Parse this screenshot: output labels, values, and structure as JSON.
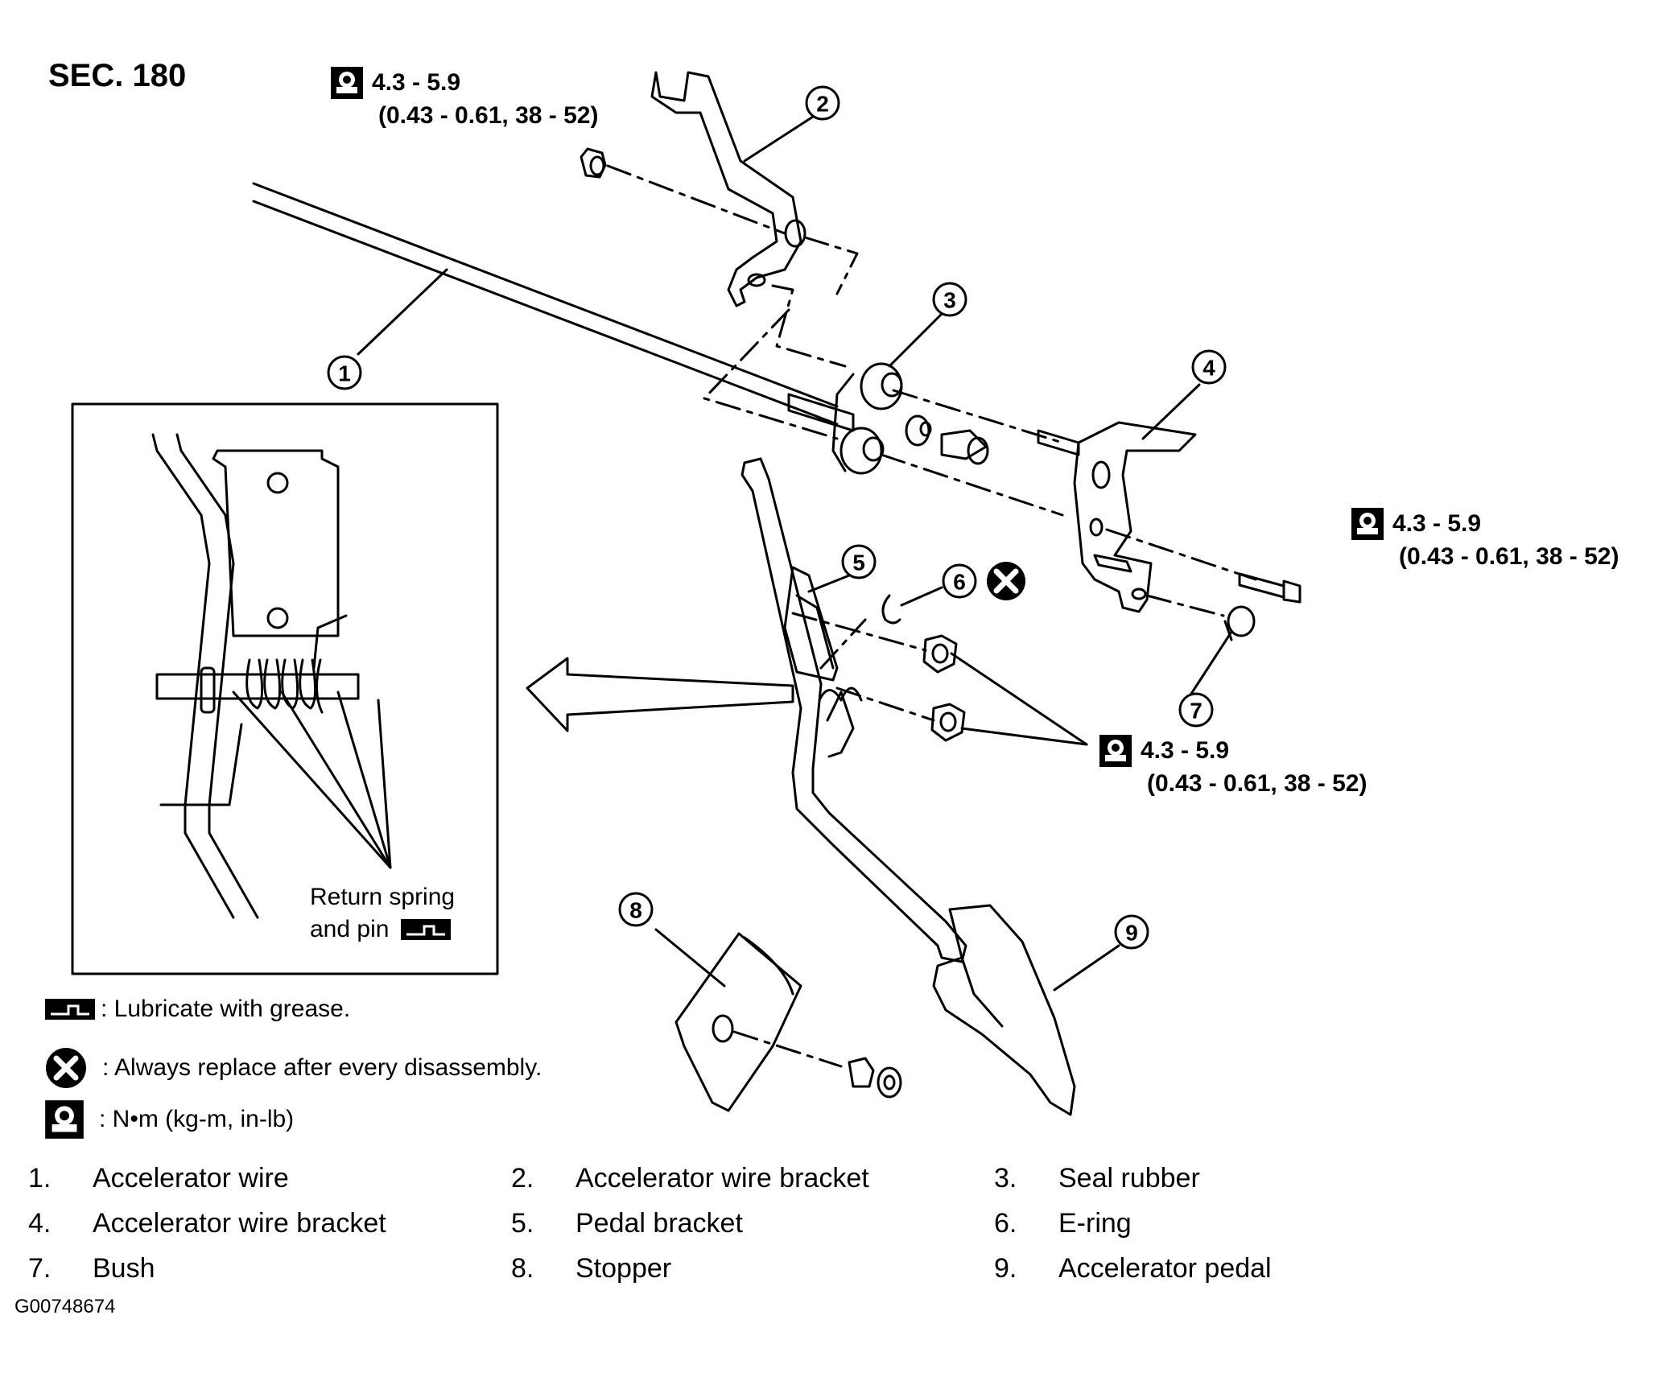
{
  "section": "SEC. 180",
  "torque": {
    "value": "4.3 - 5.9",
    "units": "(0.43 - 0.61, 38 - 52)"
  },
  "callouts": [
    "1",
    "2",
    "3",
    "4",
    "5",
    "6",
    "7",
    "8",
    "9"
  ],
  "inset": {
    "label_line1": "Return spring",
    "label_line2": "and pin"
  },
  "legend": {
    "grease": ": Lubricate with grease.",
    "replace": ": Always replace after every disassembly.",
    "torque_units": ": N•m  (kg-m,  in-lb)"
  },
  "parts": [
    {
      "num": "1.",
      "name": "Accelerator wire"
    },
    {
      "num": "2.",
      "name": "Accelerator wire bracket"
    },
    {
      "num": "3.",
      "name": "Seal rubber"
    },
    {
      "num": "4.",
      "name": "Accelerator wire bracket"
    },
    {
      "num": "5.",
      "name": "Pedal bracket"
    },
    {
      "num": "6.",
      "name": "E-ring"
    },
    {
      "num": "7.",
      "name": "Bush"
    },
    {
      "num": "8.",
      "name": "Stopper"
    },
    {
      "num": "9.",
      "name": "Accelerator pedal"
    }
  ],
  "figure_code": "G00748674"
}
